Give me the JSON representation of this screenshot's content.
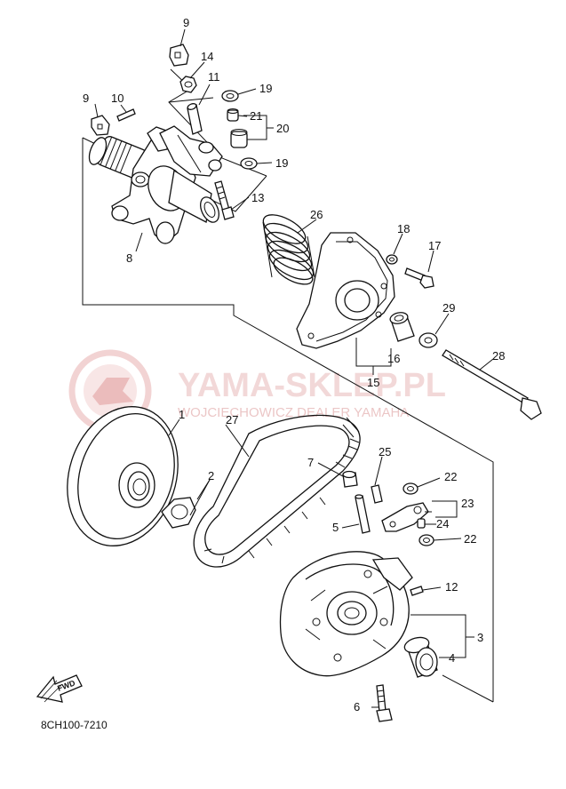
{
  "diagram": {
    "code": "8CH100-7210",
    "fwd_label": "FWD",
    "watermark": {
      "title": "YAMA-SKLEP.PL",
      "subtitle": "WOJCIECHOWICZ DEALER YAMAHA"
    },
    "callouts": {
      "c1": "1",
      "c2": "2",
      "c3": "3",
      "c4": "4",
      "c5": "5",
      "c6": "6",
      "c7": "7",
      "c8": "8",
      "c9a": "9",
      "c9b": "9",
      "c10": "10",
      "c11": "11",
      "c12": "12",
      "c13": "13",
      "c14": "14",
      "c15": "15",
      "c16": "16",
      "c17": "17",
      "c18": "18",
      "c19a": "19",
      "c19b": "19",
      "c20": "20",
      "c21": "21",
      "c22a": "22",
      "c22b": "22",
      "c23": "23",
      "c24": "24",
      "c25": "25",
      "c26": "26",
      "c27": "27",
      "c28": "28",
      "c29": "29"
    }
  }
}
